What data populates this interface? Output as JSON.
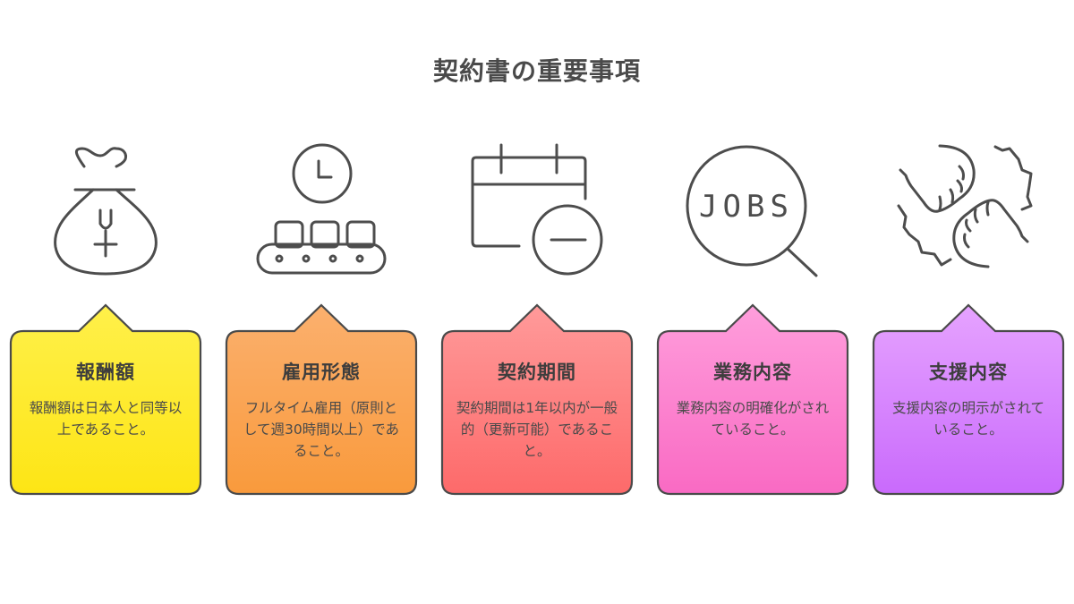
{
  "title": "契約書の重要事項",
  "items": [
    {
      "icon": "money-bag-yen-icon",
      "heading": "報酬額",
      "description": "報酬額は日本人と同等以上であること。",
      "color_top": "#fff04a",
      "color_bottom": "#fde515"
    },
    {
      "icon": "clock-conveyor-icon",
      "heading": "雇用形態",
      "description": "フルタイム雇用（原則として週30時間以上）であること。",
      "color_top": "#fbb06e",
      "color_bottom": "#f99a3c"
    },
    {
      "icon": "calendar-minus-icon",
      "heading": "契約期間",
      "description": "契約期間は1年以内が一般的（更新可能）であること。",
      "color_top": "#ff9a9a",
      "color_bottom": "#fd6a6a"
    },
    {
      "icon": "jobs-magnifier-icon",
      "heading": "業務内容",
      "description": "業務内容の明確化がされていること。",
      "color_top": "#ff9edc",
      "color_bottom": "#f96ac3"
    },
    {
      "icon": "helping-hands-icon",
      "heading": "支援内容",
      "description": "支援内容の明示がされていること。",
      "color_top": "#e6a3ff",
      "color_bottom": "#c96afc"
    }
  ],
  "icon_label_jobs": "JOBS",
  "border_color": "#4a4a4a"
}
